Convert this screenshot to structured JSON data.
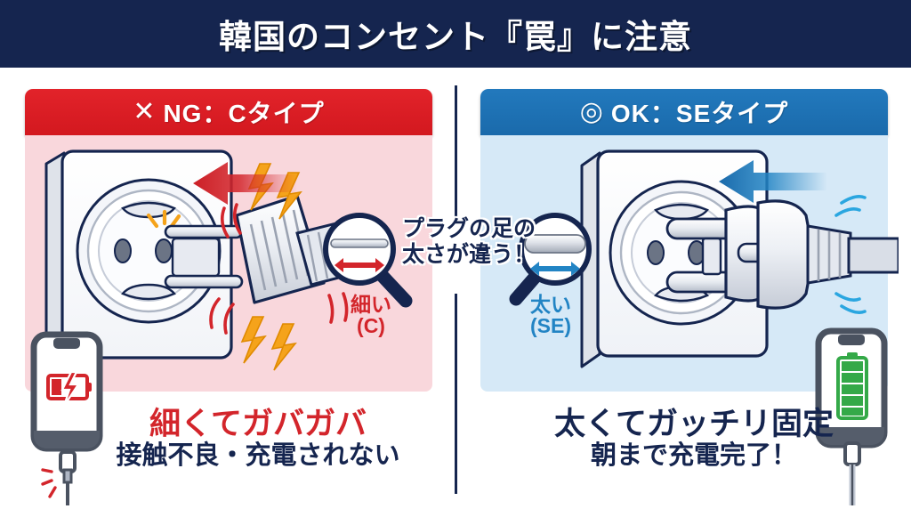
{
  "title": "韓国のコンセント『罠』に注意",
  "colors": {
    "navy": "#15254f",
    "red": "#d3252b",
    "blue": "#2284c4",
    "header_red": "#e2232a",
    "header_blue": "#2279bd",
    "panel_pink_bg": "#f9d7dc",
    "panel_blue_bg": "#d6e9f7",
    "spark_orange": "#f5a31b",
    "battery_green": "#34a948"
  },
  "panels": {
    "ng": {
      "mark": "✕",
      "header": "NG：Cタイプ",
      "pin_label": "細い\n(C)",
      "pin_label_line1": "細い",
      "pin_label_line2": "(C)",
      "caption_main": "細くてガバガバ",
      "caption_sub": "接触不良・充電されない",
      "battery_state": "low-battery-charging-error",
      "plug_state": "loose-thin-plug",
      "arrow_color": "#d3252b"
    },
    "ok": {
      "mark": "◎",
      "header": "OK：SEタイプ",
      "pin_label": "太い\n(SE)",
      "pin_label_line1": "太い",
      "pin_label_line2": "(SE)",
      "caption_main": "太くてガッチリ固定",
      "caption_sub": "朝まで充電完了！",
      "battery_state": "full-battery-charging",
      "plug_state": "firm-thick-plug",
      "arrow_color": "#2284c4"
    }
  },
  "center_note": {
    "line1": "プラグの足の",
    "line2": "太さが違う！",
    "full": "プラグの足の太さが違う！"
  },
  "icons": {
    "magnifier_left": "magnifier-icon",
    "magnifier_right": "magnifier-icon",
    "arrow_left_red": "arrow-left-icon",
    "arrow_left_blue": "arrow-left-icon",
    "double_arrow_red": "double-arrow-icon",
    "double_arrow_blue": "double-arrow-icon"
  }
}
